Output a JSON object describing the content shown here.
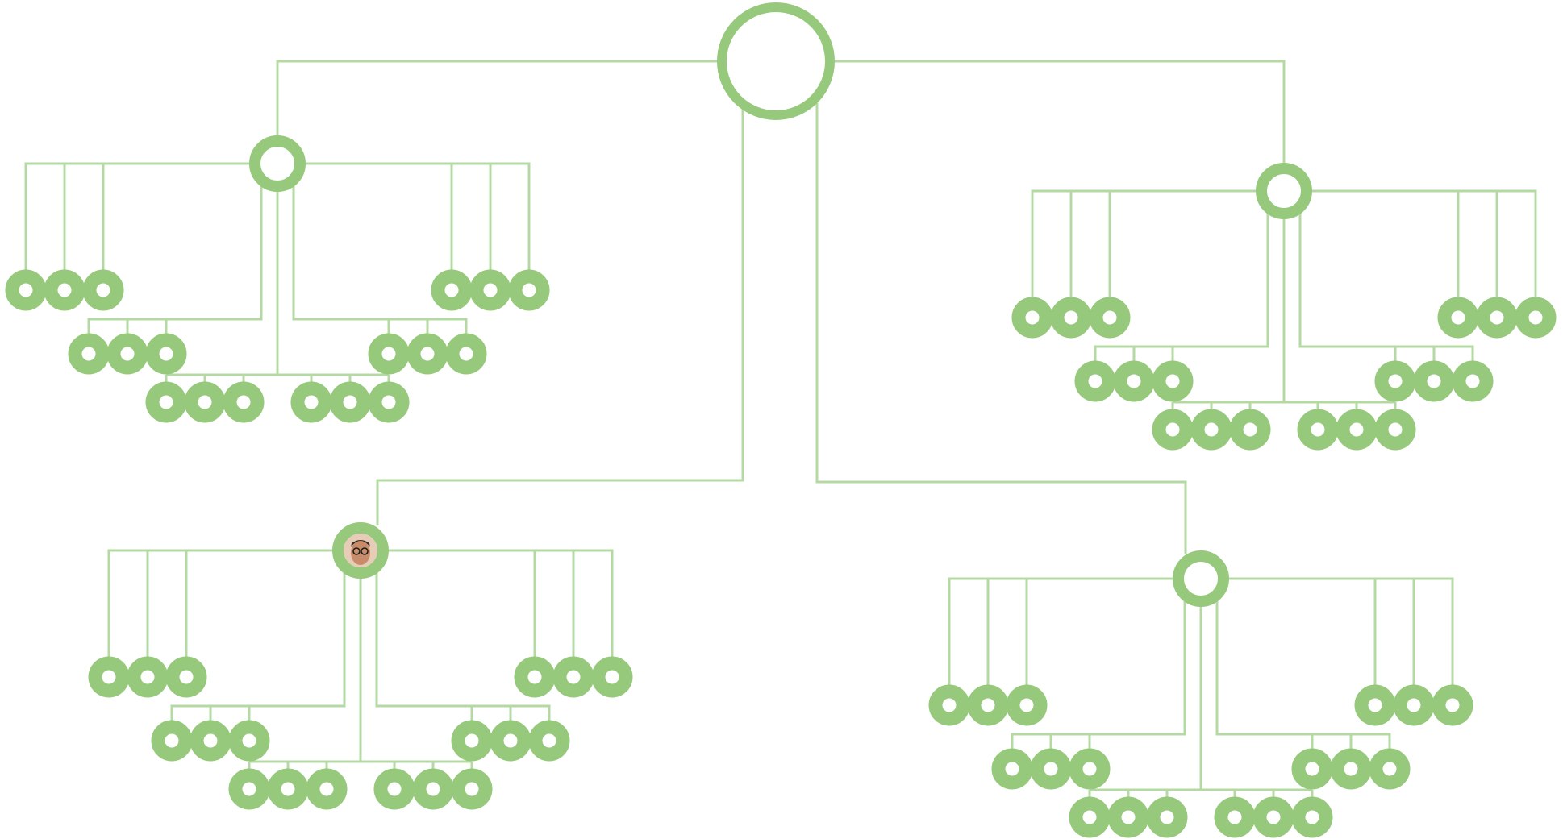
{
  "colors": {
    "edge": "#b5d9a3",
    "ring": "#97c97d",
    "fill": "#ffffff",
    "background": "#ffffff"
  },
  "tree": {
    "root": {
      "label": "",
      "groups": [
        {
          "id": "top-left",
          "hub_has_avatar": false,
          "outer_per_side": 3,
          "inner_rows_per_side": 2,
          "inner_per_row": 3
        },
        {
          "id": "top-right",
          "hub_has_avatar": false,
          "outer_per_side": 3,
          "inner_rows_per_side": 2,
          "inner_per_row": 3
        },
        {
          "id": "bottom-left",
          "hub_has_avatar": true,
          "outer_per_side": 3,
          "inner_rows_per_side": 2,
          "inner_per_row": 3
        },
        {
          "id": "bottom-right",
          "hub_has_avatar": false,
          "outer_per_side": 3,
          "inner_rows_per_side": 2,
          "inner_per_row": 3
        }
      ]
    },
    "avatar": {
      "icon": "person-face-icon",
      "skin": "#c98c6a",
      "hair": "#3b2a22",
      "glasses": "#1e1e1e"
    }
  }
}
